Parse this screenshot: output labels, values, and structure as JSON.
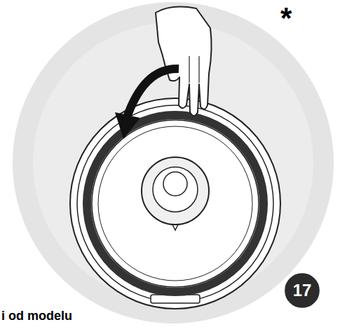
{
  "diagram": {
    "nodes": [
      {
        "text": [
          "17"
        ]
      }
    ],
    "labels": [
      "*",
      "i od modelu"
    ]
  }
}
